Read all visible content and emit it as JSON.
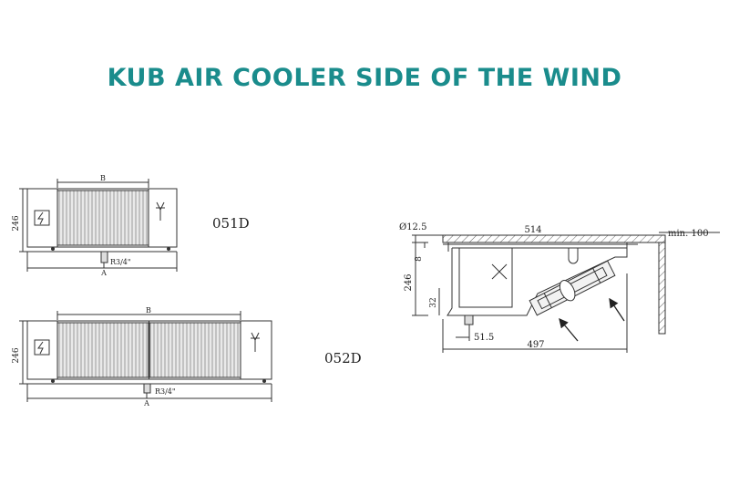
{
  "title": "KUB AIR COOLER SIDE OF THE WIND",
  "models": {
    "m051": {
      "name": "051D",
      "dim_height": "246",
      "dim_b": "B",
      "dim_a": "A",
      "pipe": "R3/4\""
    },
    "m052": {
      "name": "052D",
      "dim_height": "246",
      "dim_b": "B",
      "dim_a": "A",
      "pipe": "R3/4\""
    }
  },
  "side_view": {
    "dia": "Ø12.5",
    "width_top": "514",
    "clearance": "min. 100",
    "height": "246",
    "d8": "8",
    "d32": "32",
    "d51_5": "51.5",
    "width_bottom": "497"
  },
  "icons": [
    "electrical-hazard-icon",
    "fan-symbol-icon",
    "airflow-arrow-icon"
  ],
  "colors": {
    "title": "#1a8c8c",
    "lines": "#333333"
  }
}
